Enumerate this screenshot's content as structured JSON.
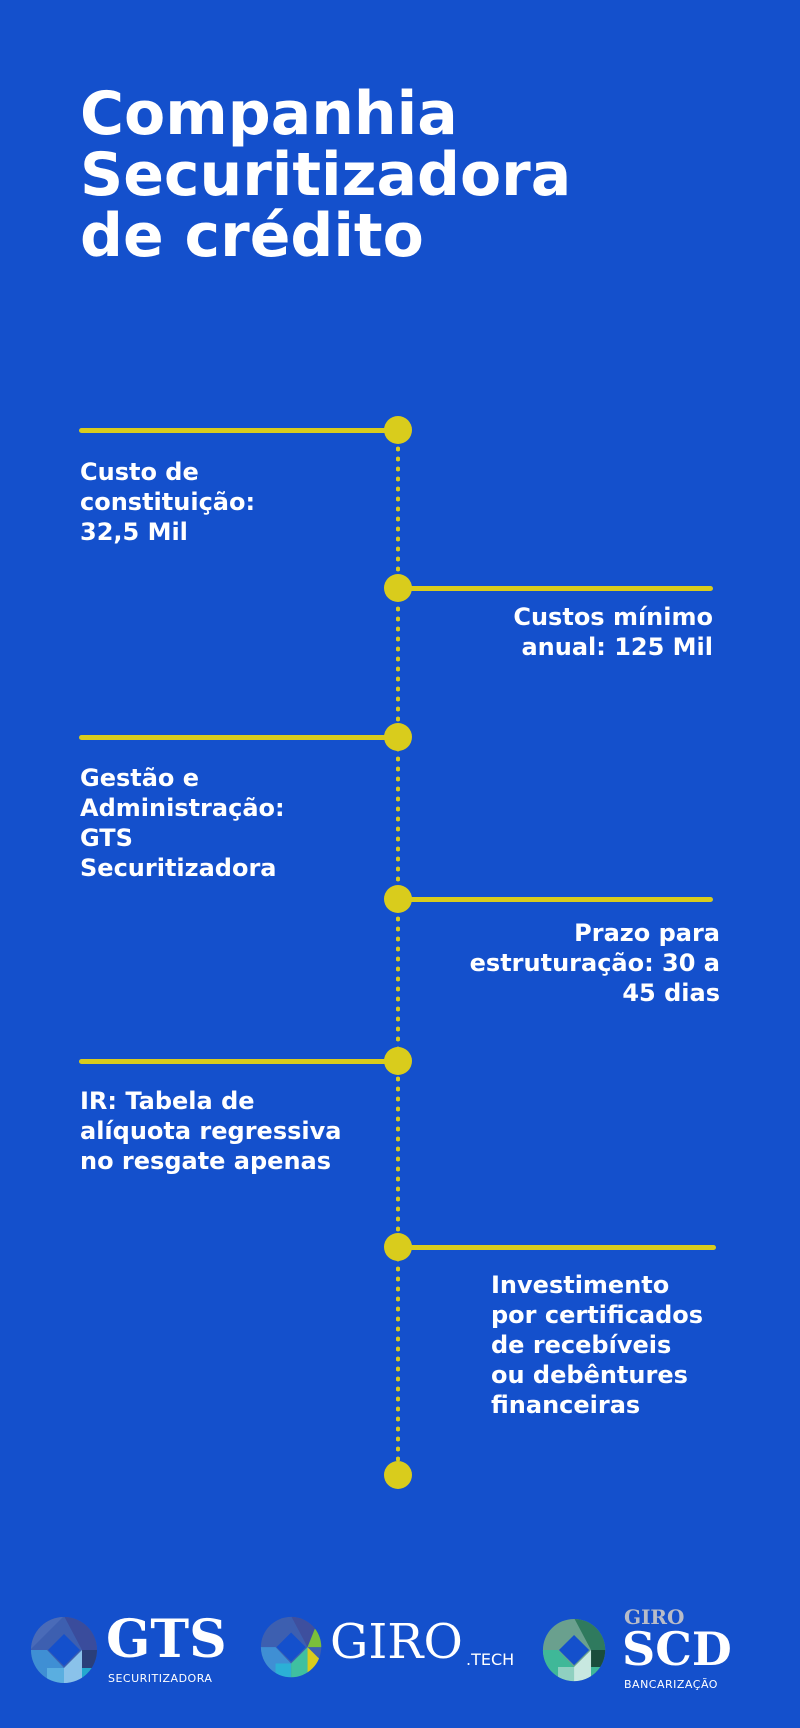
{
  "title": {
    "lines": [
      "Companhia",
      "Securitizadora",
      "de crédito"
    ]
  },
  "colors": {
    "background": "#1450cc",
    "accent": "#d9cc1c",
    "text": "#ffffff"
  },
  "timeline": {
    "items": [
      {
        "side": "left",
        "lines": [
          "Custo de",
          "constituição:",
          "32,5 Mil"
        ]
      },
      {
        "side": "right",
        "lines": [
          "Custos mínimo",
          "anual: 125 Mil"
        ]
      },
      {
        "side": "left",
        "lines": [
          "Gestão e",
          "Administração:",
          "GTS",
          "Securitizadora"
        ]
      },
      {
        "side": "right",
        "lines": [
          "Prazo para",
          "estruturação: 30 a",
          "45 dias"
        ]
      },
      {
        "side": "left",
        "lines": [
          "IR: Tabela de",
          "alíquota regressiva",
          "no resgate apenas"
        ]
      },
      {
        "side": "right",
        "lines": [
          "Investimento",
          "por certificados",
          "de recebíveis",
          "ou debêntures",
          "financeiras"
        ]
      }
    ]
  },
  "footer": {
    "logos": [
      {
        "name": "GTS",
        "subtitle": "SECURITIZADORA"
      },
      {
        "name": "GIRO",
        "suffix": ".TECH"
      },
      {
        "prefix": "GIRO",
        "name": "SCD",
        "subtitle": "BANCARIZAÇÃO"
      }
    ]
  }
}
